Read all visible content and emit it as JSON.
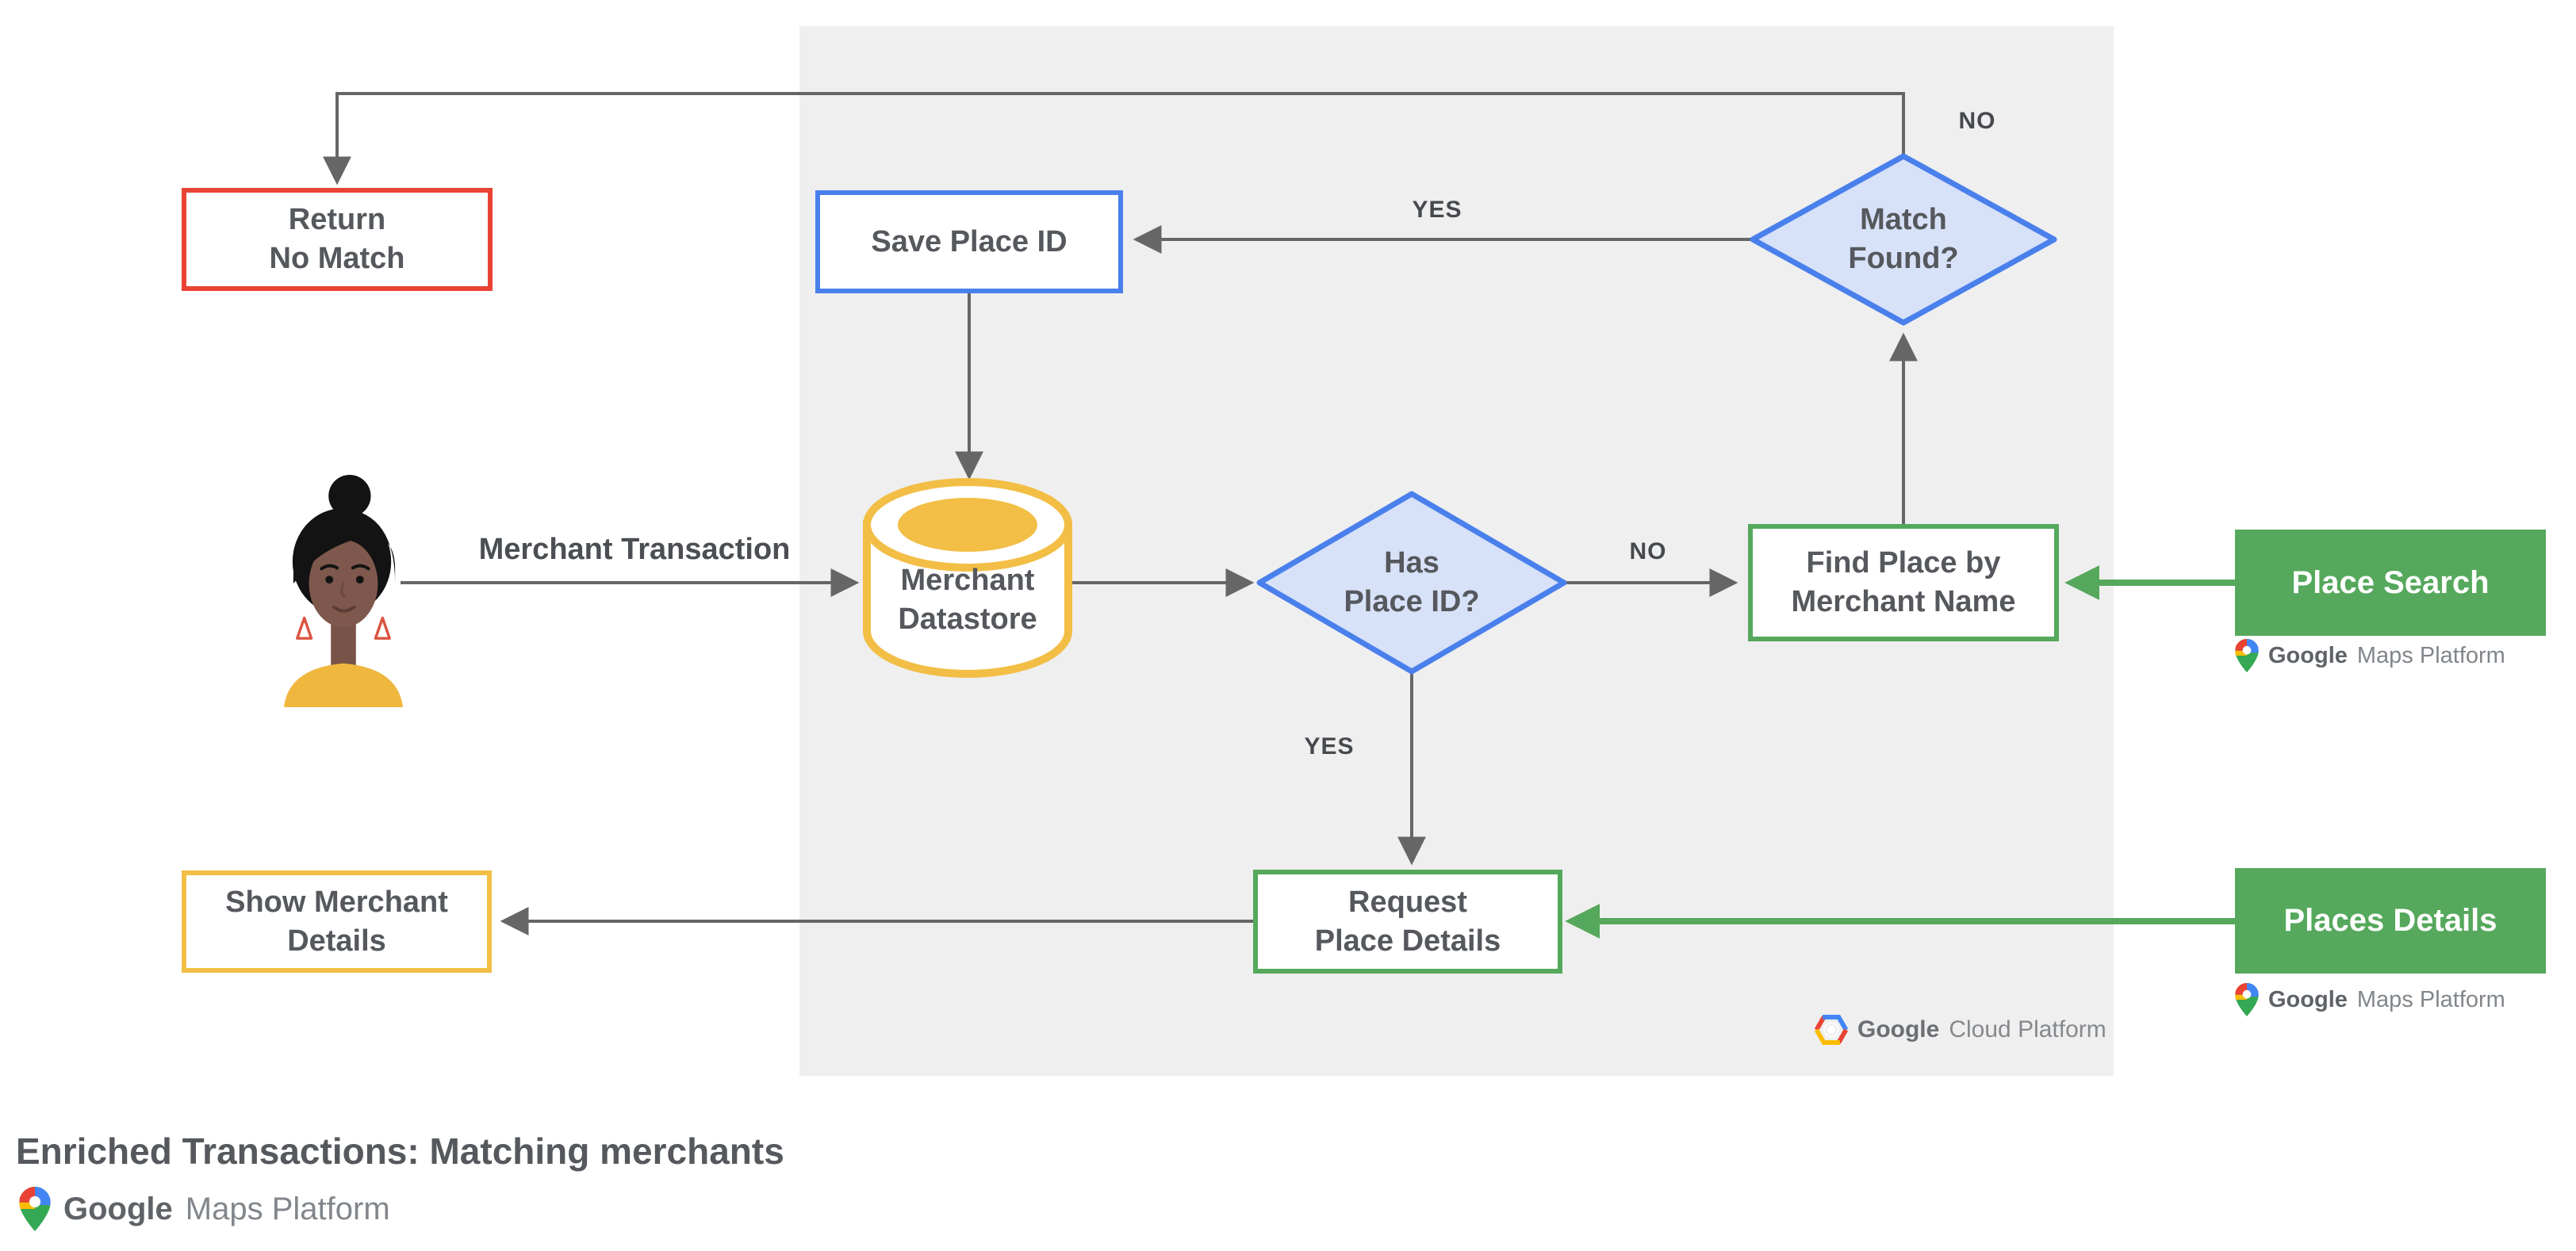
{
  "title": "Enriched Transactions: Matching merchants",
  "flow": {
    "input_label": "Merchant Transaction",
    "nodes": {
      "return_no_match": {
        "label": "Return\nNo Match"
      },
      "save_place_id": {
        "label": "Save Place ID"
      },
      "match_found": {
        "label": "Match\nFound?"
      },
      "merchant_datastore": {
        "label": "Merchant\nDatastore"
      },
      "has_place_id": {
        "label": "Has\nPlace ID?"
      },
      "find_place": {
        "label": "Find Place by\nMerchant Name"
      },
      "request_place_details": {
        "label": "Request\nPlace Details"
      },
      "show_merchant_details": {
        "label": "Show Merchant\nDetails"
      }
    },
    "api_nodes": {
      "place_search": {
        "label": "Place Search"
      },
      "places_details": {
        "label": "Places Details"
      }
    },
    "edge_labels": {
      "match_found_no": "NO",
      "match_found_yes": "YES",
      "has_place_id_no": "NO",
      "has_place_id_yes": "YES"
    }
  },
  "logos": {
    "google_maps_platform": {
      "google": "Google",
      "product": "Maps Platform"
    },
    "google_cloud_platform": {
      "google": "Google",
      "product": "Cloud Platform"
    }
  },
  "colors": {
    "red": "#E94335",
    "blue": "#4A80EC",
    "blue_fill": "#D7E1F8",
    "yellow": "#F2BE45",
    "green": "#55A85C",
    "line_gray": "#666666",
    "panel_gray": "#EFEFEF",
    "text_gray": "#55585C"
  }
}
